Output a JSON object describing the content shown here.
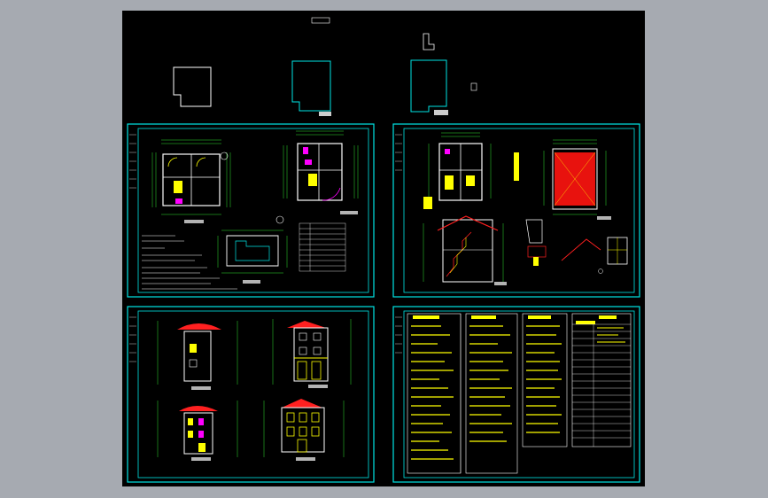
{
  "viewer": {
    "background": "#a6aab1",
    "canvas_background": "#000000"
  },
  "colors": {
    "frame": "#00e5e5",
    "wall": "#ffffff",
    "dimension": "#2fe32f",
    "accent_yellow": "#ffff00",
    "accent_magenta": "#ff00ff",
    "roof_red": "#ff2020",
    "hatch_red": "#e8120e"
  },
  "sheets": [
    {
      "id": "site-plan",
      "kind": "site-plan"
    },
    {
      "id": "floor-plans",
      "kind": "floor-plans"
    },
    {
      "id": "roof-and-details",
      "kind": "roof-and-details"
    },
    {
      "id": "elevations",
      "kind": "elevations"
    },
    {
      "id": "schedules",
      "kind": "schedules"
    }
  ]
}
